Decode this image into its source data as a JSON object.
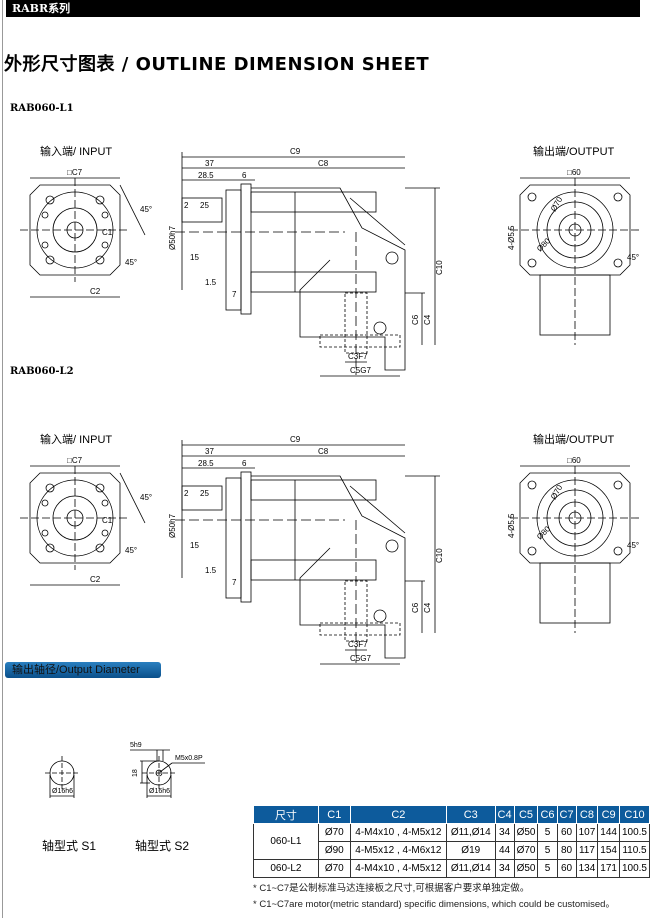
{
  "header": {
    "series": "RABR系列"
  },
  "title": "外形尺寸图表 / OUTLINE DIMENSION SHEET",
  "models": [
    {
      "name": "RAB060-L1"
    },
    {
      "name": "RAB060-L2"
    }
  ],
  "views": {
    "input": "输入端/ INPUT",
    "output": "输出端/OUTPUT"
  },
  "dims": {
    "c7": "□C7",
    "c1": "C1",
    "c2": "C2",
    "deg45": "45°",
    "sq60": "□60",
    "d70": "Ø70",
    "d80": "Ø80",
    "hole": "4-Ø5.5",
    "c9": "C9",
    "c8": "C8",
    "d37": "37",
    "d285": "28.5",
    "d6": "6",
    "d2": "2",
    "d25": "25",
    "d15": "15",
    "d15b": "1.5",
    "d7": "7",
    "d50": "Ø50h7",
    "c10": "C10",
    "c4": "C4",
    "c6": "C6",
    "c3": "C3F7",
    "c5": "C5G7"
  },
  "output_diameter": {
    "label": "输出轴径/Output Diameter",
    "d16": "Ø16h6",
    "key": "5h9",
    "h18": "18",
    "thread": "M5x0.8P",
    "s1": "轴型式  S1",
    "s2": "轴型式  S2"
  },
  "table": {
    "headers": [
      "尺寸",
      "C1",
      "C2",
      "C3",
      "C4",
      "C5",
      "C6",
      "C7",
      "C8",
      "C9",
      "C10"
    ],
    "rows": [
      {
        "model": "060-L1",
        "cells": [
          "Ø70",
          "4-M4x10 , 4-M5x12",
          "Ø11,Ø14",
          "34",
          "Ø50",
          "5",
          "60",
          "107",
          "144",
          "100.5"
        ]
      },
      {
        "model": "",
        "cells": [
          "Ø90",
          "4-M5x12 , 4-M6x12",
          "Ø19",
          "44",
          "Ø70",
          "5",
          "80",
          "117",
          "154",
          "110.5"
        ]
      },
      {
        "model": "060-L2",
        "cells": [
          "Ø70",
          "4-M4x10 , 4-M5x12",
          "Ø11,Ø14",
          "34",
          "Ø50",
          "5",
          "60",
          "134",
          "171",
          "100.5"
        ]
      }
    ]
  },
  "notes": [
    "* C1~C7是公制标准马达连接板之尺寸,可根据客户要求单独定做。",
    "* C1~C7are motor(metric standard)  specific dimensions, which could be customised。"
  ]
}
